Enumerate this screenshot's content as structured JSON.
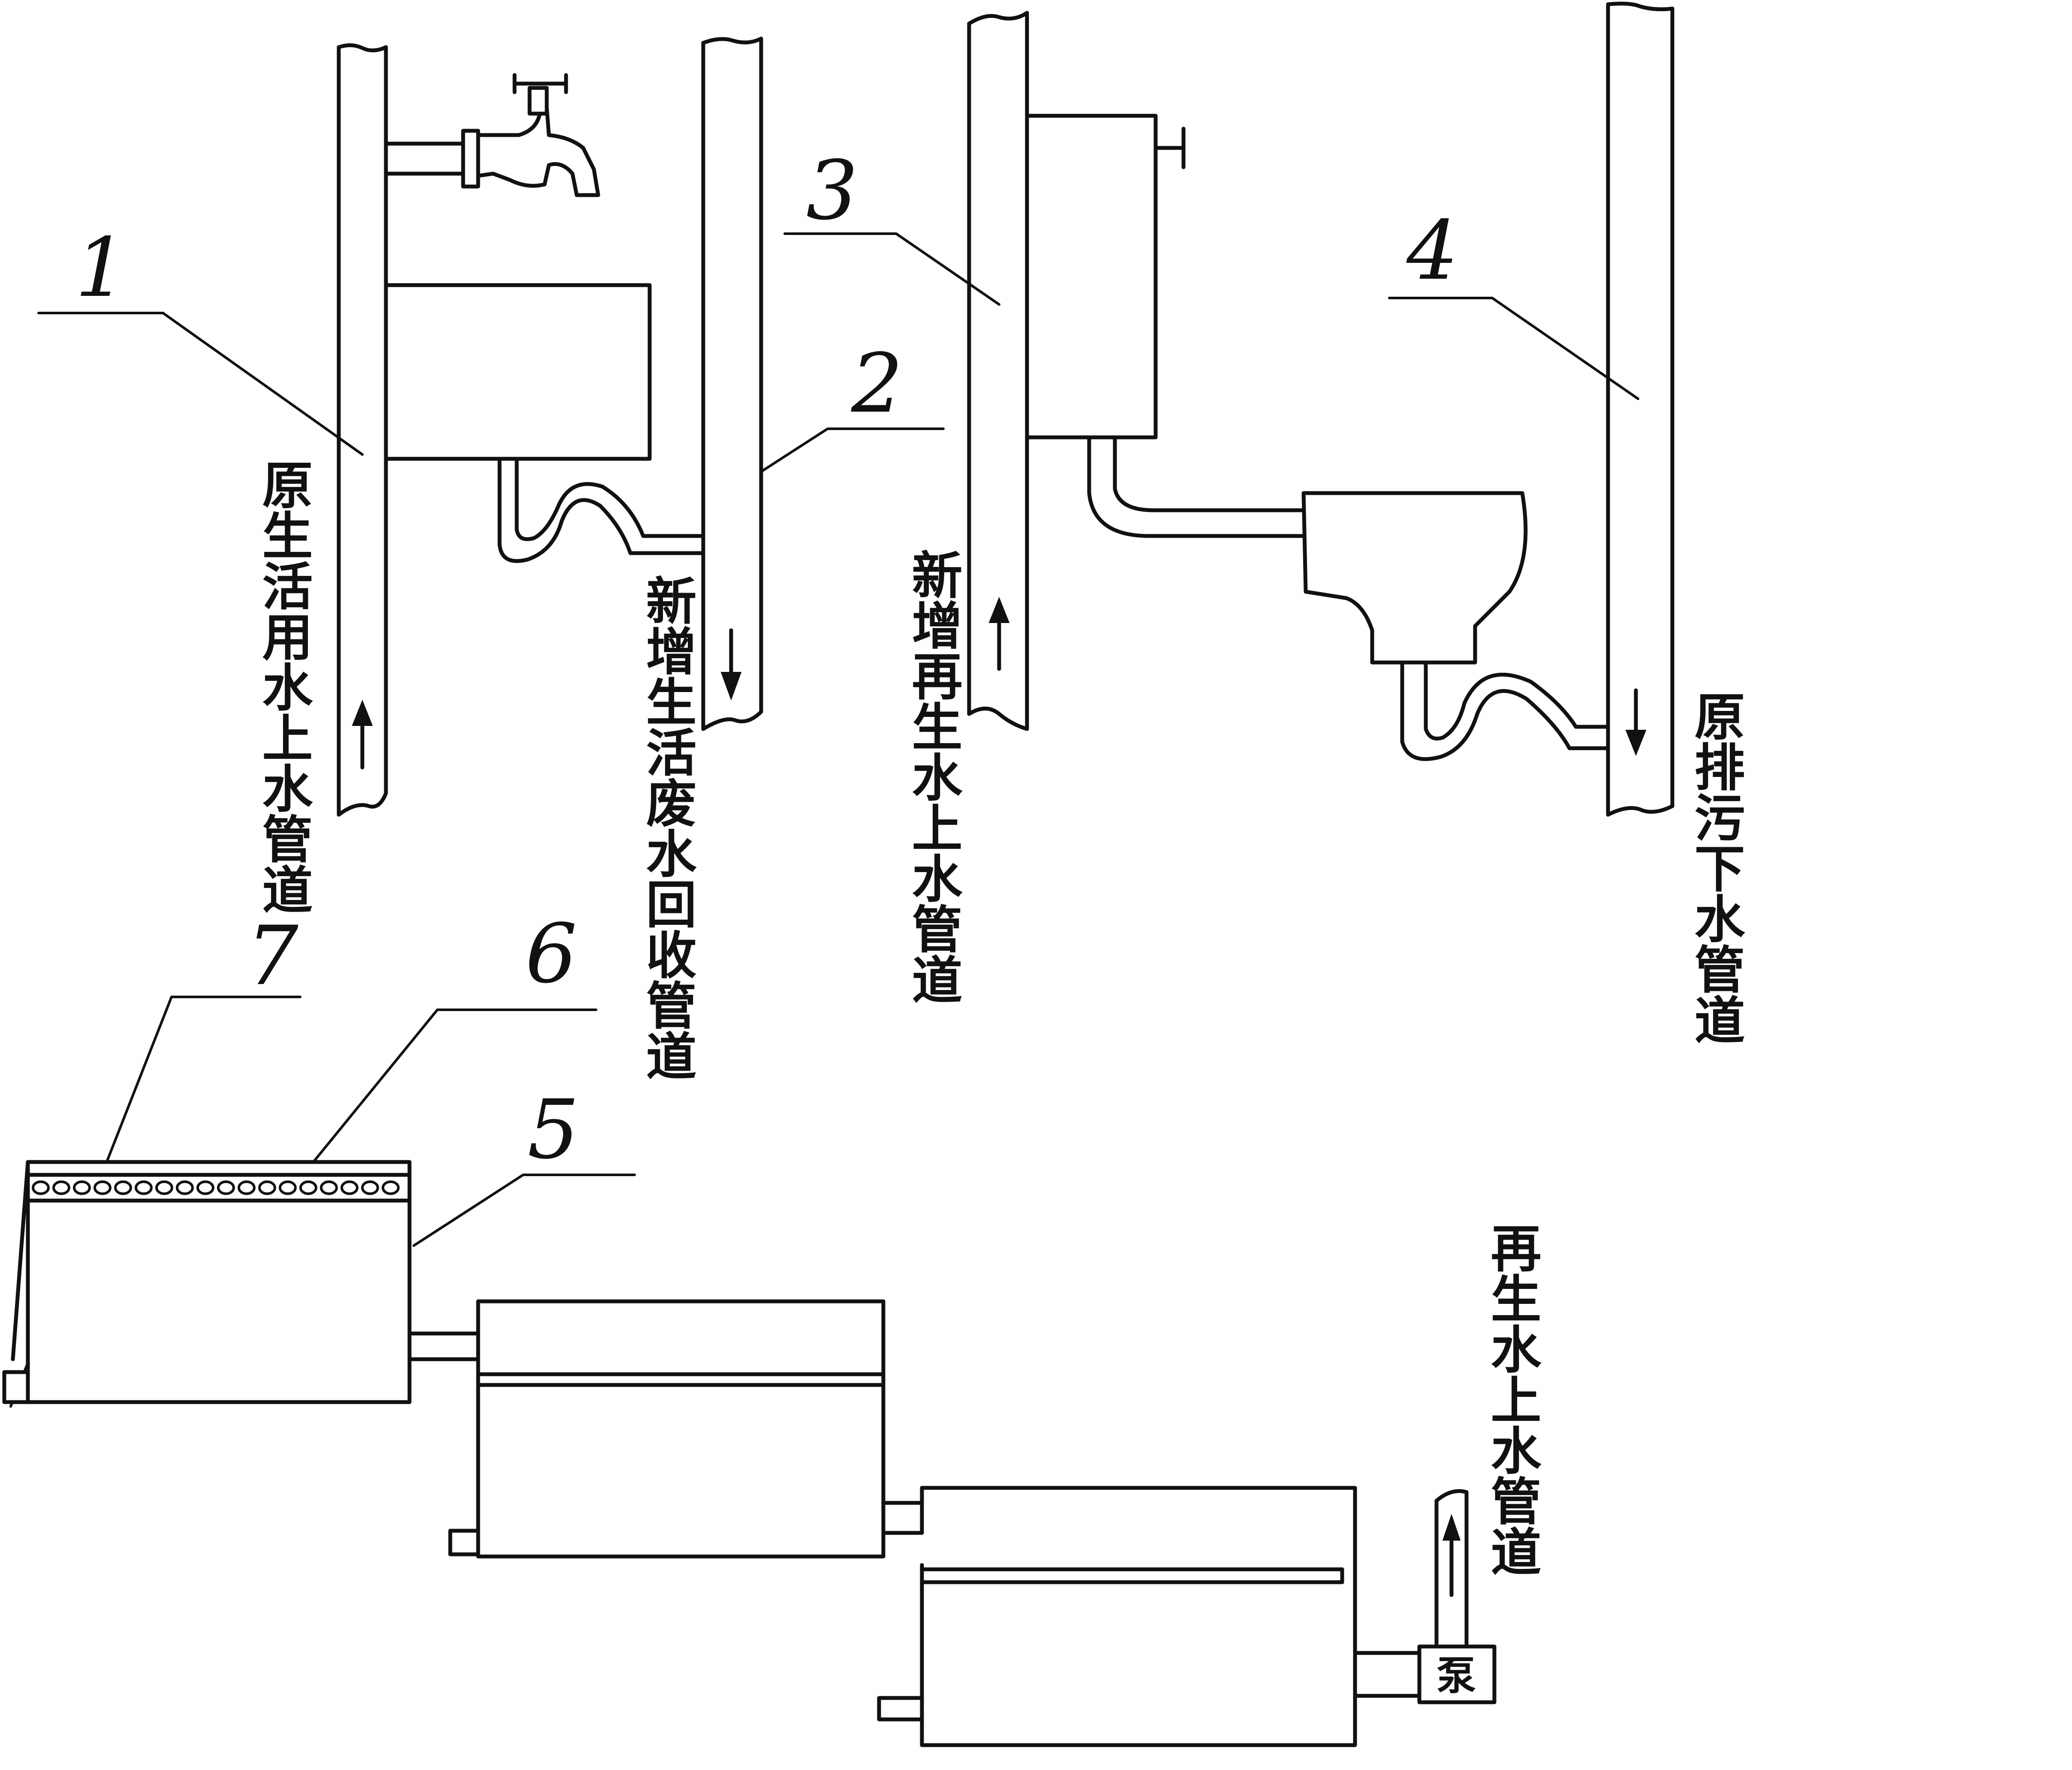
{
  "callouts": [
    "1",
    "2",
    "3",
    "4",
    "5",
    "6",
    "7"
  ],
  "labels": {
    "domestic_supply": "原生活用水上水管道",
    "wastewater_recovery": "新增生活废水回收管道",
    "reclaimed_supply_new": "新增再生水上水管道",
    "sewage_drain": "原排污下水管道",
    "reclaimed_supply": "再生水上水管道"
  },
  "pump_label": "泵"
}
